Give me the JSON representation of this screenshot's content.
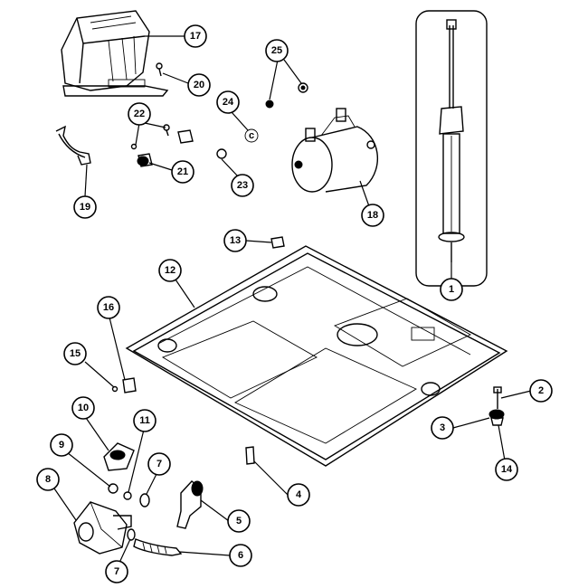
{
  "diagram": {
    "callouts": [
      {
        "id": "c1",
        "label": "1"
      },
      {
        "id": "c2",
        "label": "2"
      },
      {
        "id": "c3",
        "label": "3"
      },
      {
        "id": "c4",
        "label": "4"
      },
      {
        "id": "c5",
        "label": "5"
      },
      {
        "id": "c6",
        "label": "6"
      },
      {
        "id": "c7a",
        "label": "7"
      },
      {
        "id": "c7b",
        "label": "7"
      },
      {
        "id": "c8",
        "label": "8"
      },
      {
        "id": "c9",
        "label": "9"
      },
      {
        "id": "c10",
        "label": "10"
      },
      {
        "id": "c11",
        "label": "11"
      },
      {
        "id": "c12",
        "label": "12"
      },
      {
        "id": "c13",
        "label": "13"
      },
      {
        "id": "c14",
        "label": "14"
      },
      {
        "id": "c15",
        "label": "15"
      },
      {
        "id": "c16",
        "label": "16"
      },
      {
        "id": "c17",
        "label": "17"
      },
      {
        "id": "c18",
        "label": "18"
      },
      {
        "id": "c19",
        "label": "19"
      },
      {
        "id": "c20",
        "label": "20"
      },
      {
        "id": "c21",
        "label": "21"
      },
      {
        "id": "c22",
        "label": "22"
      },
      {
        "id": "c23",
        "label": "23"
      },
      {
        "id": "c24",
        "label": "24"
      },
      {
        "id": "c25",
        "label": "25"
      }
    ]
  }
}
